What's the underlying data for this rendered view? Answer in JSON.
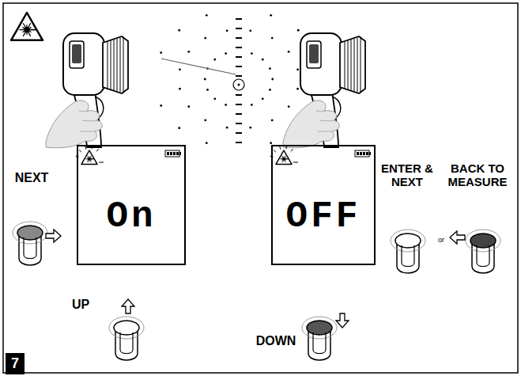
{
  "diagram": {
    "nodes": [
      {
        "text": [
          "On"
        ]
      },
      {
        "text": [
          "OFF"
        ]
      },
      {
        "text": [
          "7"
        ]
      }
    ],
    "labels": [
      "NEXT",
      "UP",
      "DOWN",
      "ENTER & NEXT",
      "or",
      "BACK TO MEASURE"
    ]
  }
}
